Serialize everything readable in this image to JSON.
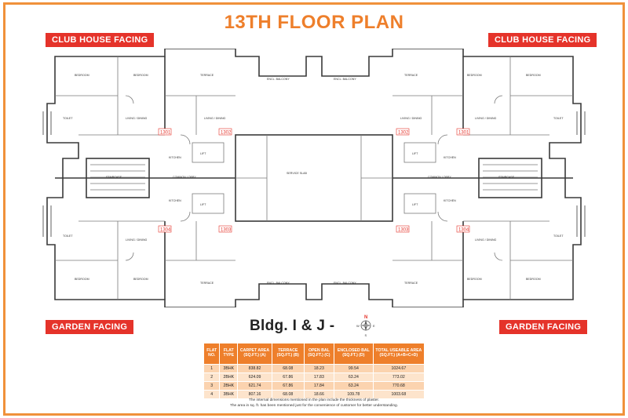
{
  "title": "13TH FLOOR PLAN",
  "tags": {
    "club_left": "CLUB HOUSE FACING",
    "club_right": "CLUB HOUSE FACING",
    "garden_left": "GARDEN FACING",
    "garden_right": "GARDEN FACING"
  },
  "building": "Bldg. I & J  -",
  "compass": {
    "n": "N",
    "s": "S",
    "e": "E",
    "w": "W"
  },
  "plan_labels": {
    "unit_1301": "1301",
    "unit_1302": "1302",
    "unit_1303": "1303",
    "unit_1304": "1304",
    "lobby": "COMMON LOBBY",
    "lift": "LIFT",
    "living": "LIVING / DINING",
    "bedroom": "BEDROOM",
    "kitchen": "KITCHEN",
    "terrace": "TERRACE",
    "toilet": "TOILET",
    "balcony": "ENCL. BALCONY",
    "service": "SERVICE SLAB",
    "stair": "STAIRCASE"
  },
  "table": {
    "headers": [
      "FLAT NO.",
      "FLAT TYPE",
      "CARPET AREA (SQ.FT.) (A)",
      "TERRACE (SQ.FT.) (B)",
      "OPEN BAL (SQ.FT.) (C)",
      "ENCLOSED BAL (SQ.FT.) (D)",
      "TOTAL USEABLE AREA (SQ.FT.) (A+B+C+D)"
    ],
    "rows": [
      [
        "1",
        "3BHK",
        "838.82",
        "68.08",
        "18.23",
        "99.54",
        "1024.67"
      ],
      [
        "2",
        "2BHK",
        "624.09",
        "67.86",
        "17.83",
        "63.24",
        "773.02"
      ],
      [
        "3",
        "2BHK",
        "621.74",
        "67.86",
        "17.84",
        "63.24",
        "770.68"
      ],
      [
        "4",
        "3BHK",
        "807.16",
        "68.08",
        "18.66",
        "109.78",
        "1003.68"
      ]
    ]
  },
  "notes": [
    "The internal dimensions mentioned in the plan include the thickness of plaster.",
    "The area in sq. ft. has been mentioned just for the convenience of customer for better understanding."
  ],
  "colors": {
    "accent": "#ee7f2b",
    "tag": "#e5332a",
    "table_row": "#fde4cc"
  }
}
